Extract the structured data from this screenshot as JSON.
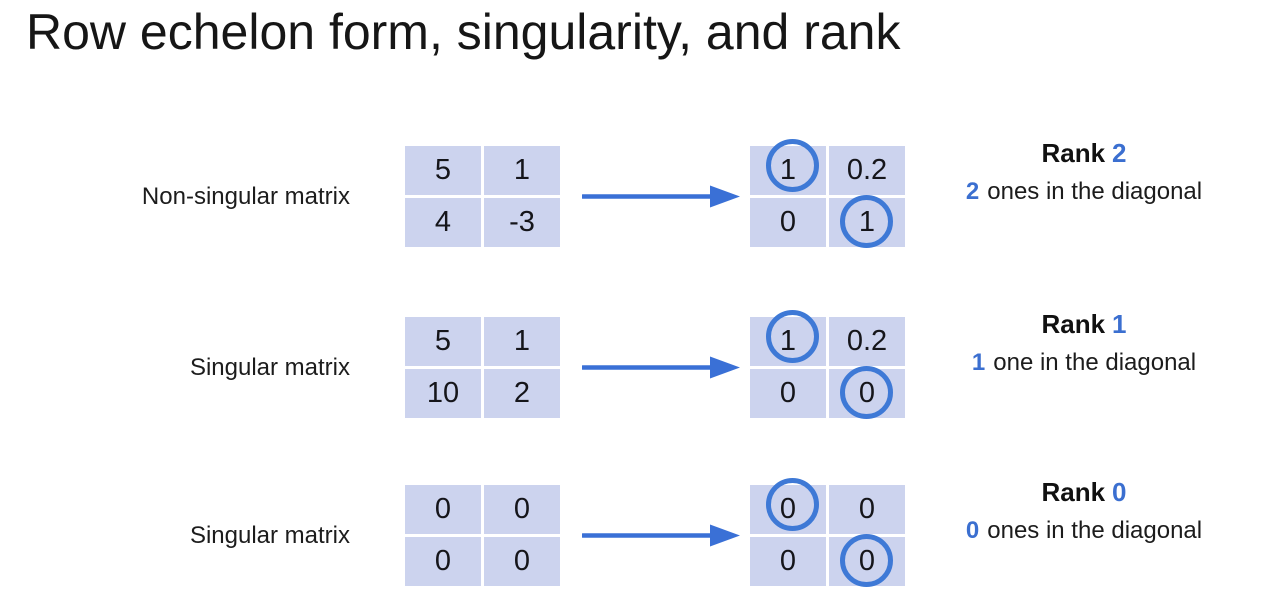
{
  "title": "Row echelon form, singularity, and rank",
  "colors": {
    "accent_blue": "#3b6fd0",
    "circle_blue": "#3e79d6",
    "arrow_blue": "#3a70d6",
    "matrix_cell_bg": "#ccd3ee",
    "text_black": "#161616"
  },
  "arrow_icon": "right-arrow",
  "rows": [
    {
      "label": "Non-singular matrix",
      "matrix_a": {
        "cells": [
          "5",
          "1",
          "4",
          "-3"
        ]
      },
      "matrix_b": {
        "cells": [
          "1",
          "0.2",
          "0",
          "1"
        ],
        "circled_cells": "top-left and bottom-right"
      },
      "rank_label": "Rank",
      "rank_value": "2",
      "diagonal_count": "2",
      "diagonal_text": "ones in the diagonal"
    },
    {
      "label": "Singular matrix",
      "matrix_a": {
        "cells": [
          "5",
          "1",
          "10",
          "2"
        ]
      },
      "matrix_b": {
        "cells": [
          "1",
          "0.2",
          "0",
          "0"
        ],
        "circled_cells": "top-left and bottom-right"
      },
      "rank_label": "Rank",
      "rank_value": "1",
      "diagonal_count": "1",
      "diagonal_text": "one in the diagonal"
    },
    {
      "label": "Singular matrix",
      "matrix_a": {
        "cells": [
          "0",
          "0",
          "0",
          "0"
        ]
      },
      "matrix_b": {
        "cells": [
          "0",
          "0",
          "0",
          "0"
        ],
        "circled_cells": "top-left and bottom-right"
      },
      "rank_label": "Rank",
      "rank_value": "0",
      "diagonal_count": "0",
      "diagonal_text": "ones in the diagonal"
    }
  ]
}
